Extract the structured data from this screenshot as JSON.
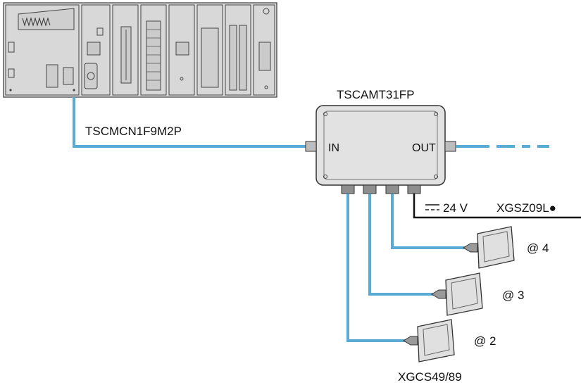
{
  "colors": {
    "cable_blue": "#5aaad6",
    "device_gray": "#e2e2e2",
    "device_stroke": "#333333",
    "power_line": "#111111"
  },
  "labels": {
    "junction_box": "TSCAMT31FP",
    "cable": "TSCMCN1F9M2P",
    "port_in": "IN",
    "port_out": "OUT",
    "power_voltage": "24 V",
    "power_cable": "XGSZ09L●",
    "station_4": "@ 4",
    "station_3": "@ 3",
    "station_2": "@ 2",
    "stations_model": "XGCS49/89"
  },
  "icons": {
    "dc_symbol": "dc-voltage-symbol",
    "plc": "plc-rack-icon",
    "junction": "junction-box-icon",
    "station": "rfid-station-icon"
  }
}
